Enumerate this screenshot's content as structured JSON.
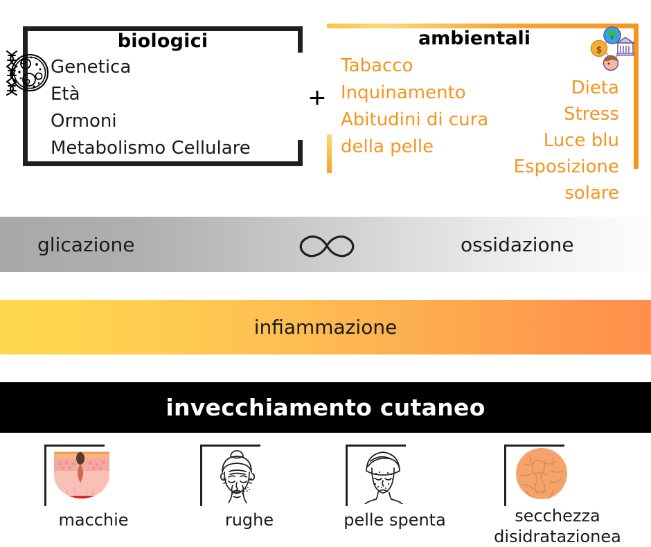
{
  "biological": {
    "title": "biologici",
    "icon": "dna-cell-icon",
    "items": [
      "Genetica",
      "Età",
      "Ormoni",
      "Metabolismo Cellulare"
    ]
  },
  "operator": "+",
  "environmental": {
    "title": "ambientali",
    "icon": "esg-network-icon",
    "items_left": [
      "Tabacco",
      "Inquinamento",
      "Abitudini di cura",
      "della pelle"
    ],
    "items_right": [
      "Dieta",
      "Stress",
      "Luce blu",
      "Esposizione",
      "solare"
    ],
    "accent_color": "#f7941e"
  },
  "bands": {
    "gray": {
      "left_label": "glicazione",
      "right_label": "ossidazione",
      "center_icon": "infinity-icon",
      "gradient_from": "#a8a8a8",
      "gradient_to": "#fdfdfd"
    },
    "orange": {
      "label": "infiammazione",
      "gradient_from": "#ffd84d",
      "gradient_to": "#ff904c"
    },
    "black": {
      "label": "invecchiamento cutaneo",
      "background": "#000000",
      "text_color": "#ffffff"
    }
  },
  "outcomes": [
    {
      "label": "macchie",
      "icon": "skin-cross-section-spot-icon"
    },
    {
      "label": "rughe",
      "icon": "wrinkled-face-icon"
    },
    {
      "label": "pelle spenta",
      "icon": "dull-skin-face-icon"
    },
    {
      "label": "secchezza\ndisidratazionea",
      "label_line1": "secchezza",
      "label_line2": "disidratazionea",
      "icon": "cracked-dry-skin-icon"
    }
  ]
}
